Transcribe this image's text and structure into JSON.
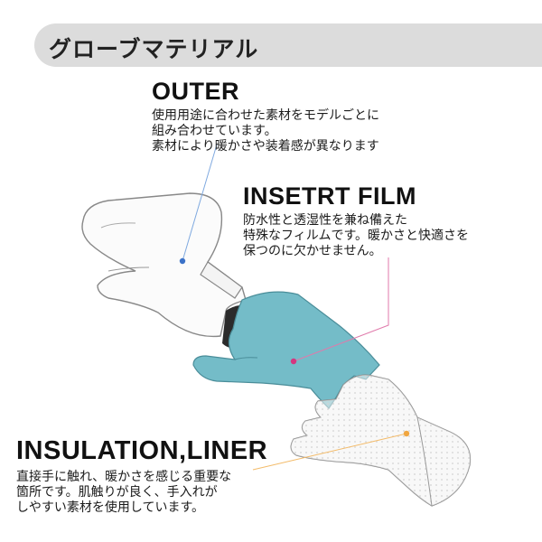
{
  "header": {
    "title": "グローブマテリアル"
  },
  "sections": {
    "outer": {
      "title": "OUTER",
      "lines": [
        "使用用途に合わせた素材をモデルごとに",
        "組み合わせています。",
        "素材により暖かさや装着感が異なります"
      ],
      "color": "#5b8fd9"
    },
    "film": {
      "title": "INSETRT FILM",
      "lines": [
        "防水性と透湿性を兼ね備えた",
        "特殊なフィルムです。暖かさと快適さを",
        "保つのに欠かせません。"
      ],
      "color": "#d94a8c"
    },
    "insulation": {
      "title": "INSULATION,LINER",
      "lines": [
        "直接手に触れ、暖かさを感じる重要な",
        "箇所です。肌触りが良く、手入れが",
        "しやすい素材を使用しています。"
      ],
      "color": "#f0a640"
    }
  },
  "colors": {
    "film_fill": "#74bcc8",
    "header_bg": "#dcdcdc",
    "liner_fill": "#f2f2f2"
  }
}
